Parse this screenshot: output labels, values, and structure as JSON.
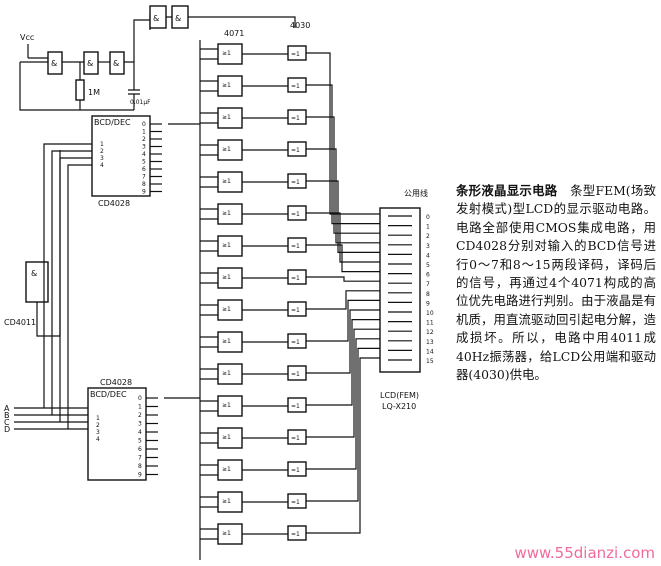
{
  "labels": {
    "vcc": "Vcc",
    "resistor": "1M",
    "capacitor": "0.01μF",
    "or_chip": "4071",
    "xor_chip": "4030",
    "decoder_chip": "BCD/DEC",
    "decoder_top_name": "CD4028",
    "decoder_bottom_name": "CD4028",
    "nand_chip": "CD4011",
    "common_line": "公用线",
    "lcd_name": "LCD(FEM)",
    "lcd_model": "LQ-X210",
    "and_symbol": "&",
    "or_symbol": "≥1",
    "xor_symbol": "=1",
    "inputs": [
      "A",
      "B",
      "C",
      "D"
    ],
    "lcd_pins": [
      "0",
      "1",
      "2",
      "3",
      "4",
      "5",
      "6",
      "7",
      "8",
      "9",
      "10",
      "11",
      "12",
      "13",
      "14",
      "15"
    ],
    "decoder_outputs": [
      "0",
      "1",
      "2",
      "3",
      "4",
      "5",
      "6",
      "7",
      "8",
      "9"
    ],
    "decoder_inputs": [
      "1",
      "2",
      "3",
      "4"
    ]
  },
  "caption": {
    "title": "条形液晶显示电路",
    "body": "条型FEM(场致发射模式)型LCD的显示驱动电路。电路全部使用CMOS集成电路，用CD4028分别对输入的BCD信号进行0～7和8～15两段译码，译码后的信号，再通过4个4071构成的高位优先电路进行判别。由于液晶是有机质，用直流驱动回引起电分解，造成损坏。所以，电路中用4011成40Hz振荡器，给LCD公用端和驱动器(4030)供电。"
  },
  "watermark": "www.55dianzi.com"
}
